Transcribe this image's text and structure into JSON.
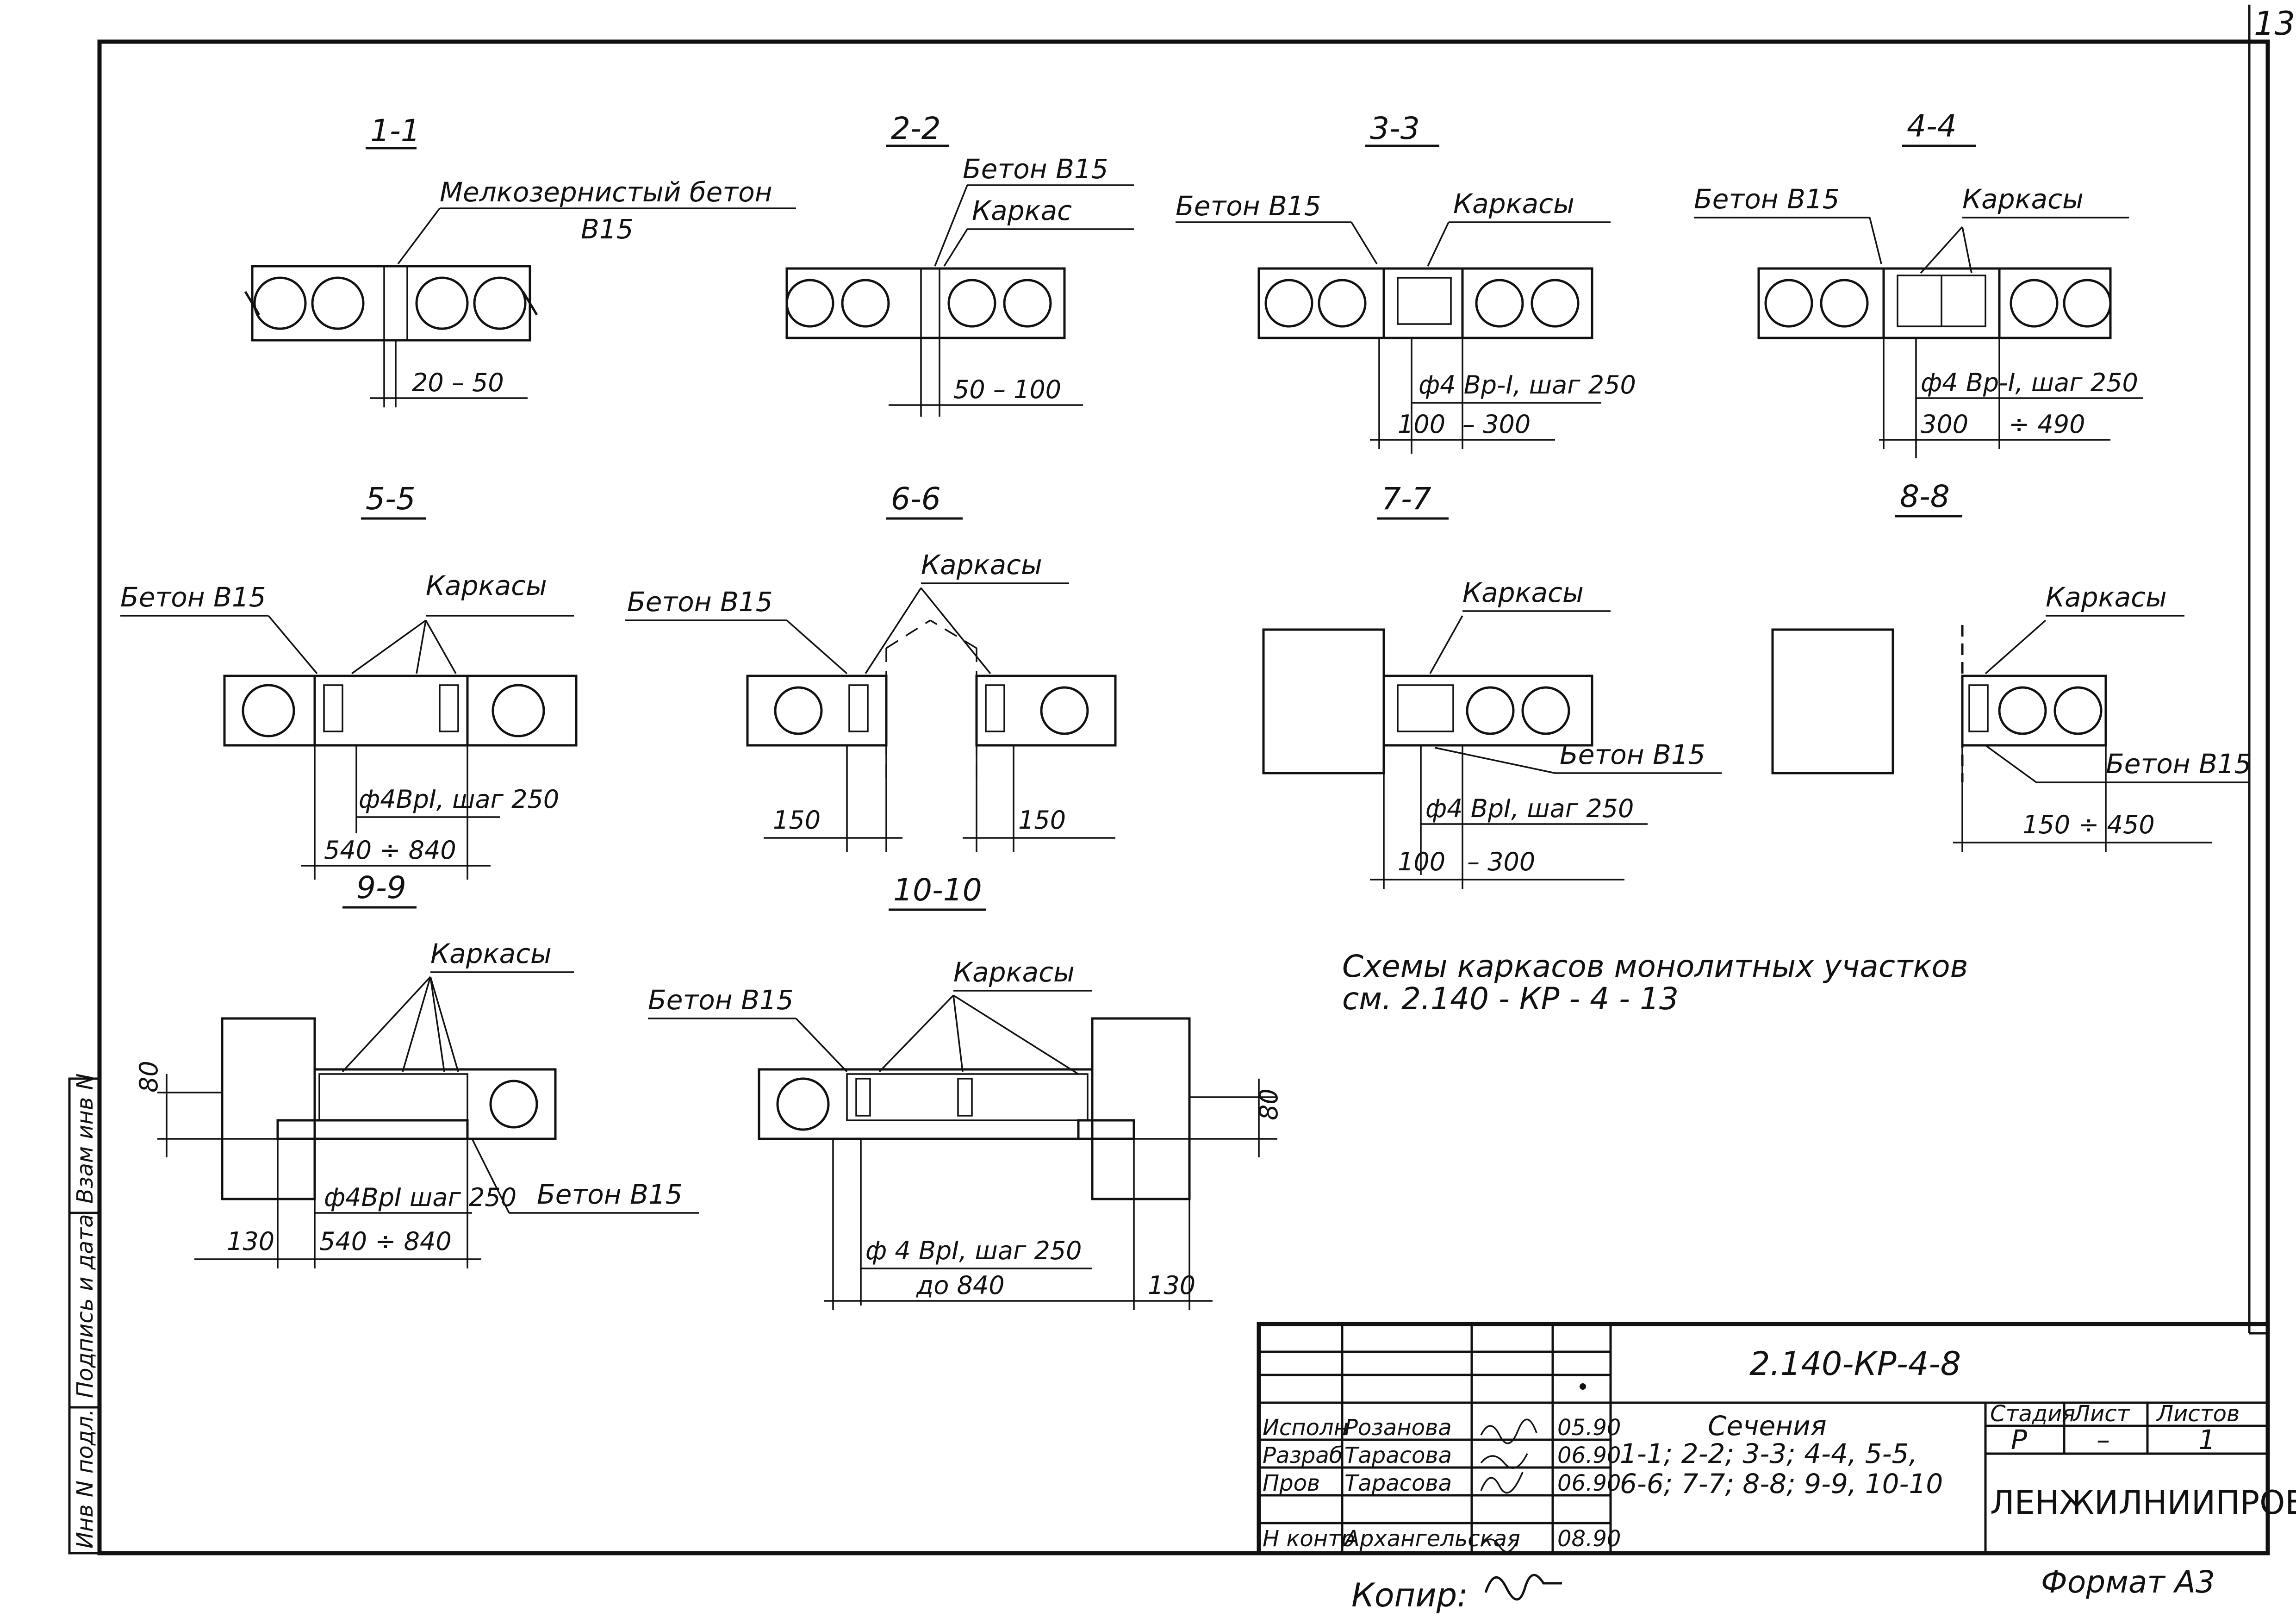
{
  "sheet": {
    "page_number": "13",
    "format": "Формат А3",
    "copier": "Копир:"
  },
  "side_stamp": {
    "inv_podl": "Инв N подл.",
    "podpis_data": "Подпись и дата",
    "vzam_inv": "Взам инв N"
  },
  "sections": [
    {
      "id": "s1",
      "title": "1-1",
      "labels": [
        "Мелкозернистый бетон",
        "В15"
      ],
      "dims": [
        "20 – 50"
      ]
    },
    {
      "id": "s2",
      "title": "2-2",
      "labels": [
        "Бетон В15",
        "Каркас"
      ],
      "dims": [
        "50 – 100"
      ]
    },
    {
      "id": "s3",
      "title": "3-3",
      "labels": [
        "Бетон В15",
        "Каркасы",
        "ф4 Вр-I, шаг 250"
      ],
      "dims": [
        "100",
        "– 300"
      ]
    },
    {
      "id": "s4",
      "title": "4-4",
      "labels": [
        "Бетон В15",
        "Каркасы",
        "ф4 Вр-I, шаг 250"
      ],
      "dims": [
        "300",
        "÷ 490"
      ]
    },
    {
      "id": "s5",
      "title": "5-5",
      "labels": [
        "Бетон В15",
        "Каркасы",
        "ф4ВрI, шаг 250"
      ],
      "dims": [
        "540 ÷ 840"
      ]
    },
    {
      "id": "s6",
      "title": "6-6",
      "labels": [
        "Бетон В15",
        "Каркасы"
      ],
      "dims": [
        "150",
        "150"
      ]
    },
    {
      "id": "s7",
      "title": "7-7",
      "labels": [
        "Каркасы",
        "Бетон В15",
        "ф4 ВрI, шаг 250"
      ],
      "dims": [
        "100",
        "– 300"
      ]
    },
    {
      "id": "s8",
      "title": "8-8",
      "labels": [
        "Каркасы",
        "Бетон В15"
      ],
      "dims": [
        "150 ÷ 450"
      ]
    },
    {
      "id": "s9",
      "title": "9-9",
      "labels": [
        "Каркасы",
        "ф4ВрI шаг 250",
        "Бетон В15"
      ],
      "dims": [
        "80",
        "130",
        "540 ÷ 840"
      ]
    },
    {
      "id": "s10",
      "title": "10-10",
      "labels": [
        "Бетон В15",
        "Каркасы",
        "ф 4 ВрI, шаг 250",
        "до 840"
      ],
      "dims": [
        "80",
        "130"
      ]
    }
  ],
  "note": {
    "line1": "Схемы каркасов монолитных участков",
    "line2": "см. 2.140 - КР - 4 - 13"
  },
  "title_block": {
    "doc_code": "2.140-КР-4-8",
    "title_line1": "Сечения",
    "title_line2": "1-1; 2-2; 3-3; 4-4, 5-5,",
    "title_line3": "6-6; 7-7; 8-8; 9-9, 10-10",
    "stage_hdr": "Стадия",
    "sheet_hdr": "Лист",
    "sheets_hdr": "Листов",
    "stage": "Р",
    "sheet": "–",
    "sheets": "1",
    "org": "ЛЕНЖИЛНИИПРОЕКТ",
    "rows": [
      {
        "role": "Исполн",
        "name": "Розанова",
        "date": "05.90"
      },
      {
        "role": "Разраб",
        "name": "Тарасова",
        "date": "06.90"
      },
      {
        "role": "Пров",
        "name": "Тарасова",
        "date": "06.90"
      },
      {
        "role": "Н контр",
        "name": "Архангельская",
        "date": "08.90"
      }
    ]
  }
}
